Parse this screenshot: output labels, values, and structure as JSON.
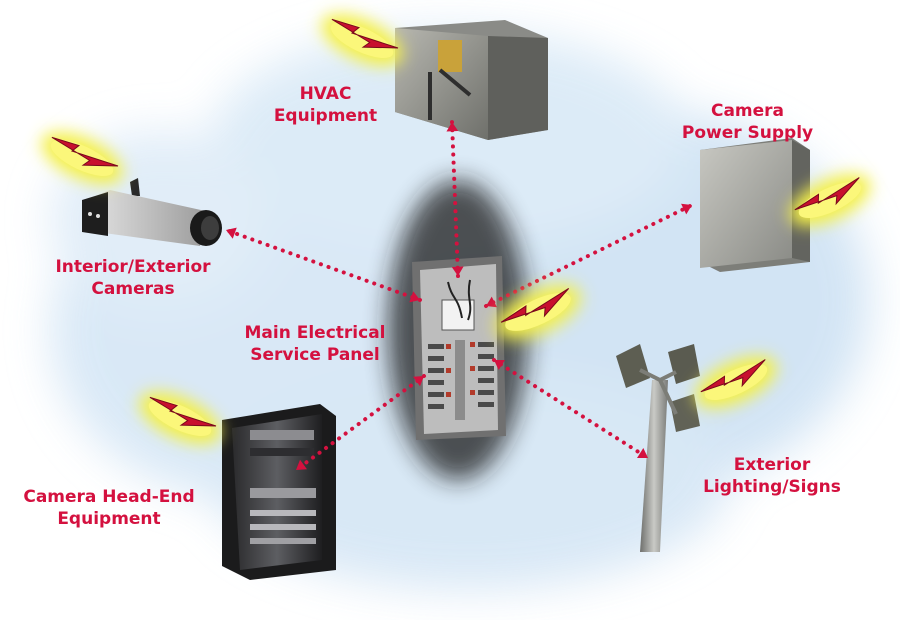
{
  "colors": {
    "label": "#d4113f",
    "connector": "#d4113f",
    "bolt_red": "#c8102e",
    "glow": "#f4f04a",
    "cloud": "#c9dff2"
  },
  "labels": {
    "hvac": {
      "line1": "HVAC",
      "line2": "Equipment"
    },
    "camera_power": {
      "line1": "Camera",
      "line2": "Power Supply"
    },
    "cameras": {
      "line1": "Interior/Exterior",
      "line2": "Cameras"
    },
    "main_panel": {
      "line1": "Main Electrical",
      "line2": "Service Panel"
    },
    "head_end": {
      "line1": "Camera Head-End",
      "line2": "Equipment"
    },
    "exterior_lighting": {
      "line1": "Exterior",
      "line2": "Lighting/Signs"
    }
  },
  "icons": {
    "hvac": "hvac-unit-icon",
    "camera_power": "power-supply-box-icon",
    "cameras": "security-camera-icon",
    "main_panel": "electrical-panel-icon",
    "head_end": "equipment-rack-icon",
    "exterior_lighting": "light-pole-icon",
    "bolt": "lightning-bolt-icon"
  }
}
